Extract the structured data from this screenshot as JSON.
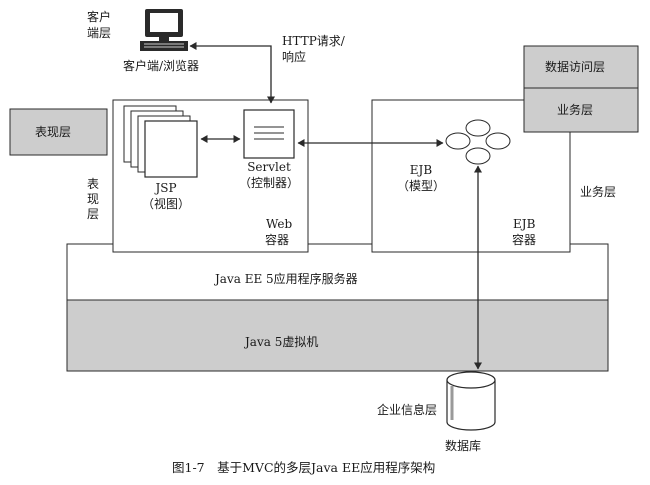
{
  "client_tier": {
    "label_line1": "客户",
    "label_line2": "端层",
    "browser_label": "客户端/浏览器",
    "icon": "computer-icon"
  },
  "http": {
    "line1": "HTTP请求/",
    "line2": "响应"
  },
  "presentation": {
    "box_label": "表现层",
    "side_line1": "表",
    "side_line2": "现",
    "side_line3": "层"
  },
  "web_container": {
    "jsp_line1": "JSP",
    "jsp_line2": "（视图）",
    "servlet_line1": "Servlet",
    "servlet_line2": "（控制器）",
    "web_line1": "Web",
    "web_line2": "容器"
  },
  "ejb_container": {
    "ejb_line1": "EJB",
    "ejb_line2": "（模型）",
    "container_line1": "EJB",
    "container_line2": "容器",
    "side_label": "业务层"
  },
  "right_stack": {
    "data_access": "数据访问层",
    "business": "业务层"
  },
  "server": {
    "label": "Java EE 5应用程序服务器"
  },
  "jvm": {
    "label": "Java 5虚拟机"
  },
  "enterprise": {
    "tier_label": "企业信息层",
    "db_label": "数据库",
    "icon": "database-icon"
  },
  "caption": {
    "text": "图1-7　基于MVC的多层Java EE应用程序架构"
  },
  "colors": {
    "gray": "#cdcdcd",
    "line": "#2a2a2a",
    "bg": "#ffffff"
  }
}
